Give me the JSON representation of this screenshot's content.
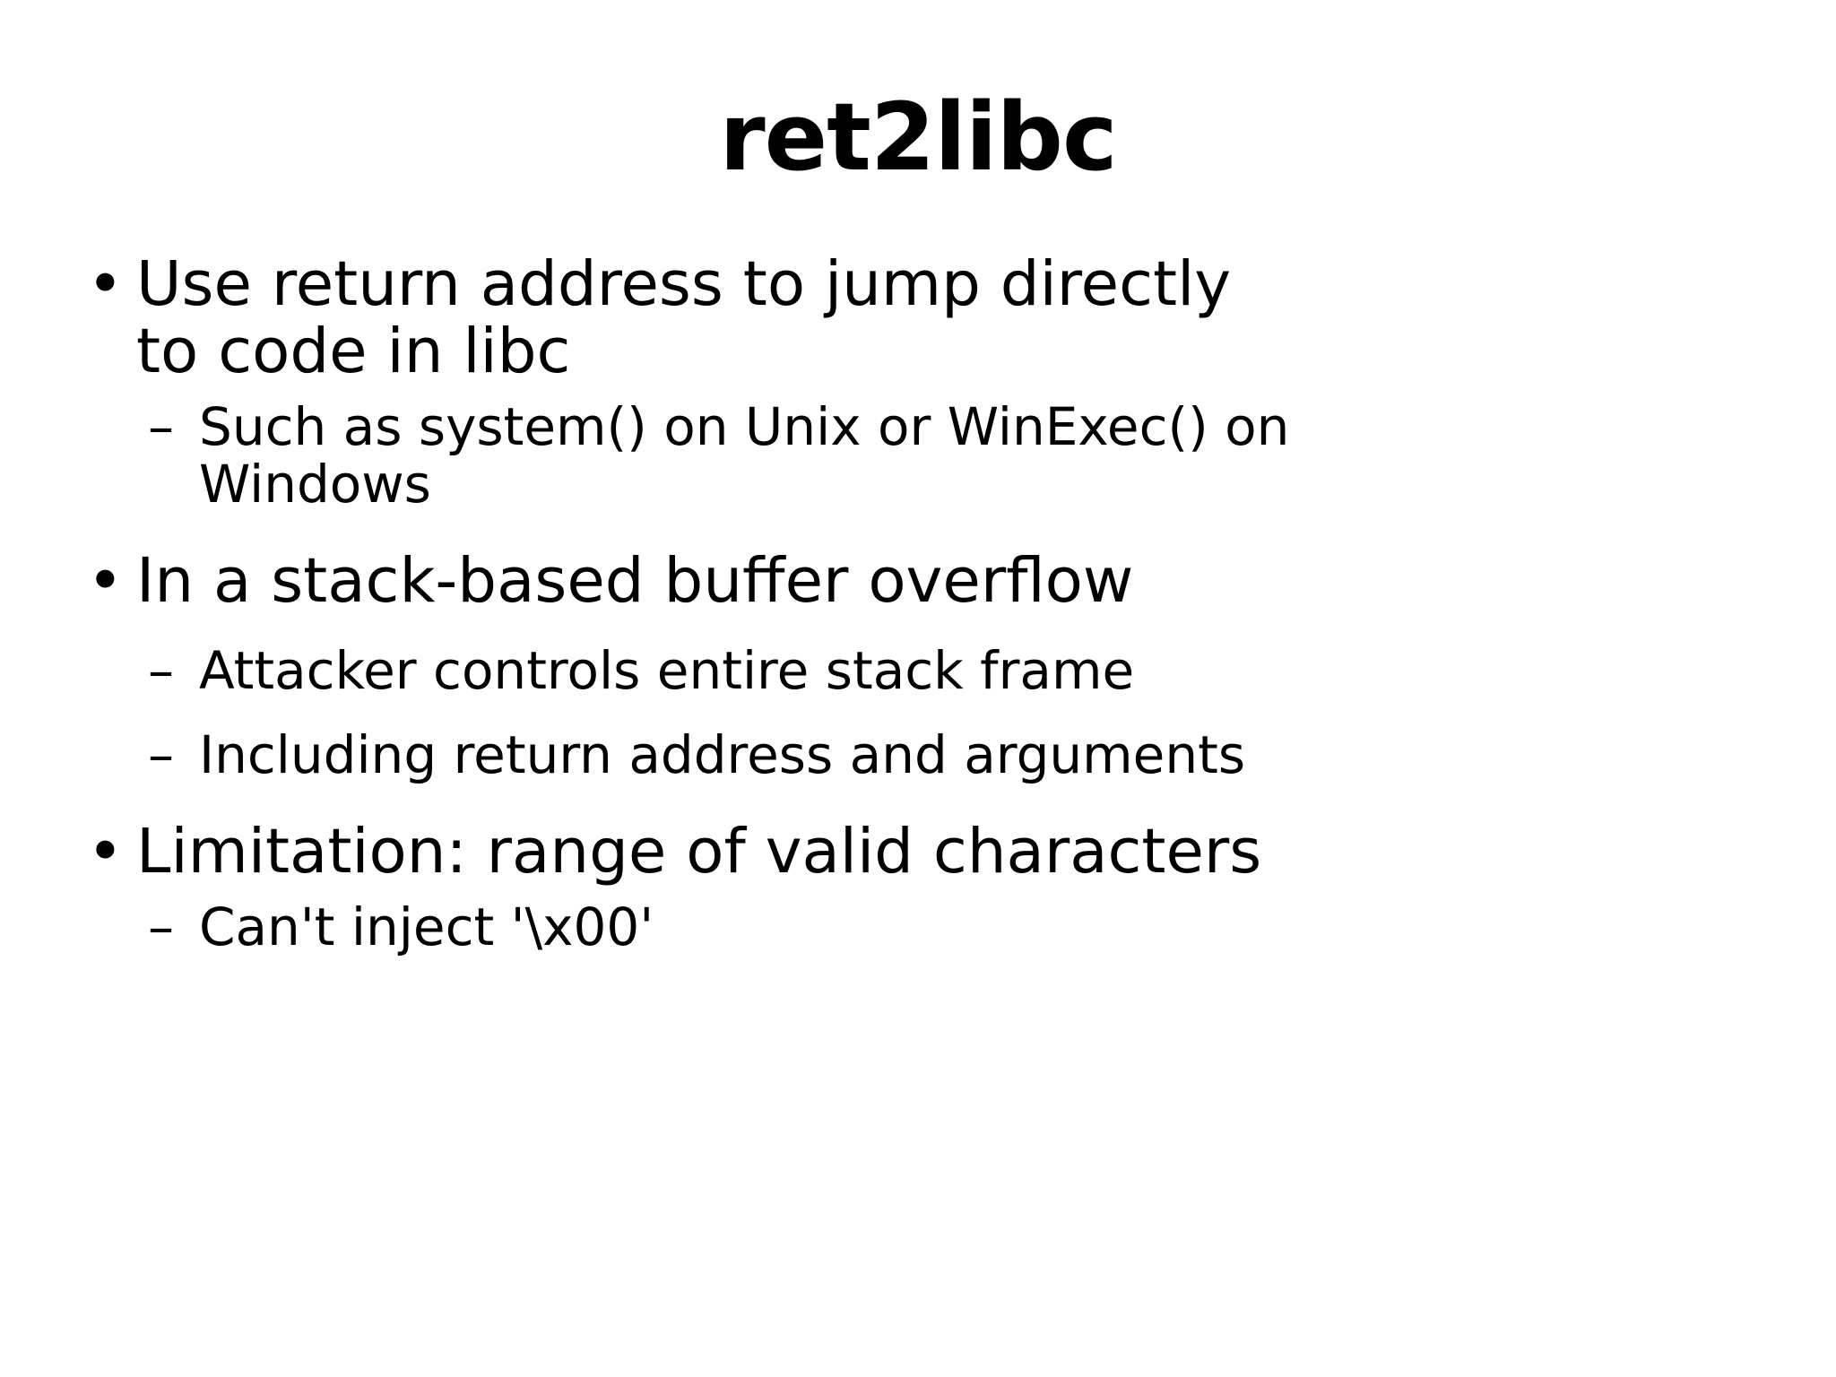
{
  "slide": {
    "title": "ret2libc",
    "background_color": "#ffffff",
    "text_color": "#000000",
    "bullet_marker_level1": "•",
    "bullet_marker_level2": "–",
    "content": [
      {
        "level": 1,
        "text": "Use return address to jump directly to code in libc"
      },
      {
        "level": 2,
        "text": "Such as system() on Unix or WinExec() on Windows"
      },
      {
        "level": 1,
        "text": "In a stack-based buffer overflow"
      },
      {
        "level": 2,
        "text": "Attacker controls entire stack frame"
      },
      {
        "level": 2,
        "text": "Including return address and arguments"
      },
      {
        "level": 1,
        "text": "Limitation: range of valid characters"
      },
      {
        "level": 2,
        "text": "Can't inject '\\x00'"
      }
    ]
  }
}
